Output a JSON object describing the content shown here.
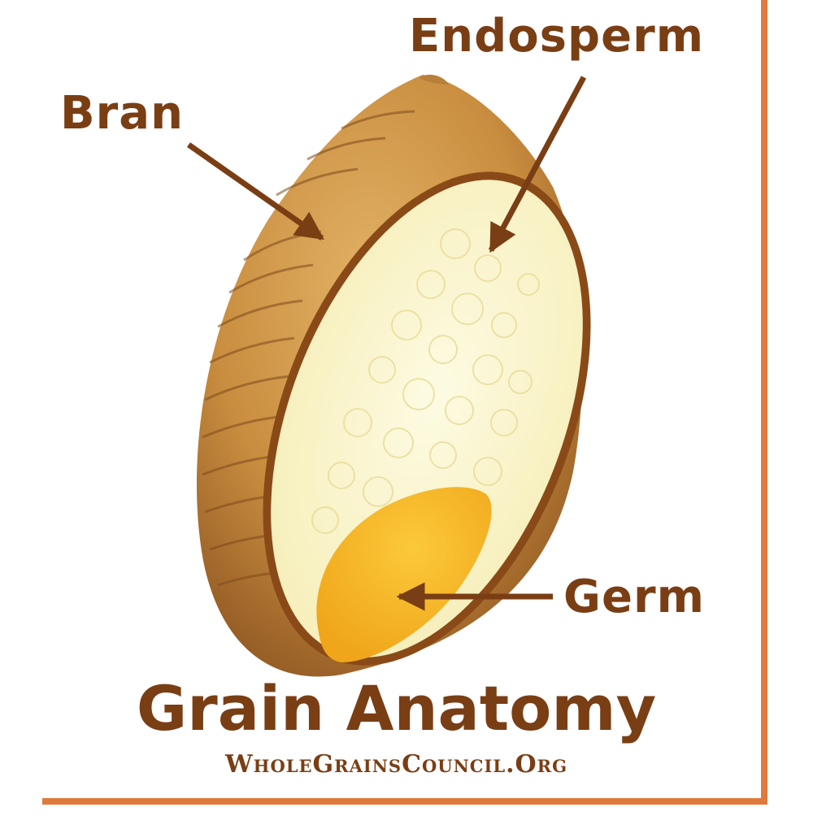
{
  "labels": {
    "bran": "Bran",
    "endosperm": "Endosperm",
    "germ": "Germ"
  },
  "title": "Grain Anatomy",
  "website": "WholeGrainsCouncil.Org",
  "colors": {
    "text": "#7a3e14",
    "frame": "#e07a3c",
    "bran_light": "#d9a253",
    "bran_dark": "#8a5220",
    "endosperm": "#fbf6d0",
    "germ": "#f7b81c"
  }
}
